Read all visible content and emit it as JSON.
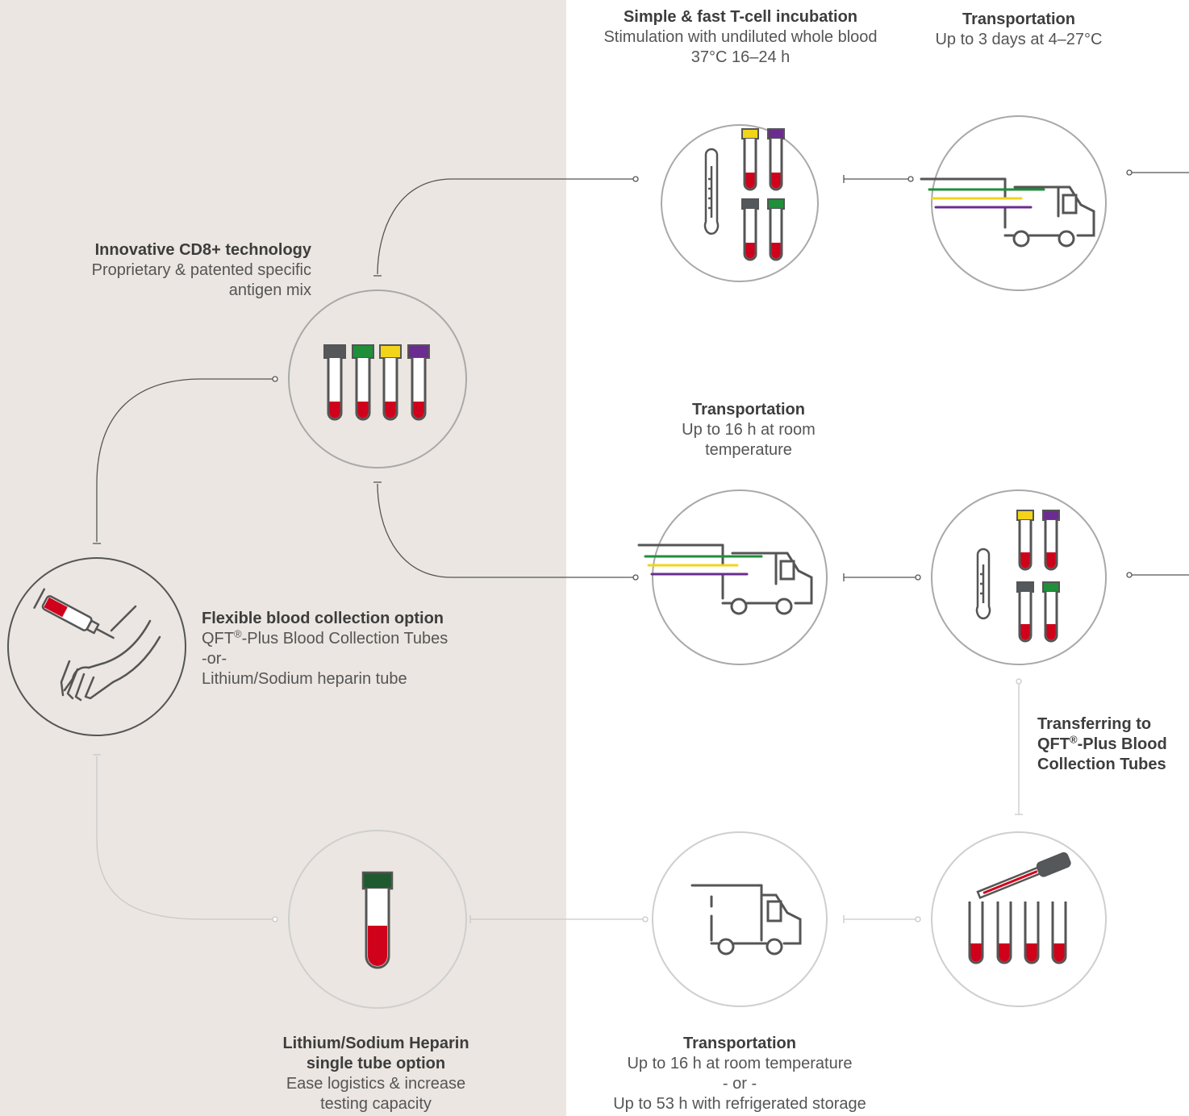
{
  "colors": {
    "background_left": "#ebe6e1",
    "line_dark": "#555555",
    "line_light": "#c9c9c9",
    "blood": "#d0021b",
    "cap_gray": "#55585b",
    "cap_green": "#1f8f3a",
    "cap_yellow": "#f2d41a",
    "cap_purple": "#6b2c8f",
    "cap_darkgreen": "#1e5a2e"
  },
  "icons": {
    "hand": "hand-blood-draw-icon",
    "four_tubes": "four-tubes-icon",
    "incubation": "thermometer-tubes-icon",
    "truck": "delivery-truck-icon",
    "single_tube": "single-tube-icon",
    "pipette": "pipette-tubes-icon"
  },
  "labels": {
    "incubation": {
      "title": "Simple & fast T-cell incubation",
      "line1": "Stimulation with undiluted whole blood",
      "line2": "37°C 16–24 h"
    },
    "transport_top": {
      "title": "Transportation",
      "line1": "Up to 3 days at 4–27°C"
    },
    "cd8": {
      "title": "Innovative CD8+ technology",
      "line1": "Proprietary & patented specific",
      "line2": "antigen mix"
    },
    "transport_mid": {
      "title": "Transportation",
      "line1": "Up to 16 h at room",
      "line2": "temperature"
    },
    "collection": {
      "title": "Flexible blood collection option",
      "line1_pre": "QFT",
      "line1_sup": "®",
      "line1_post": "-Plus Blood Collection Tubes",
      "line2": "-or-",
      "line3": "Lithium/Sodium heparin tube"
    },
    "transfer": {
      "line1": "Transferring to",
      "line2_pre": "QFT",
      "line2_sup": "®",
      "line2_post": "-Plus Blood",
      "line3": "Collection Tubes"
    },
    "heparin": {
      "title1": "Lithium/Sodium Heparin",
      "title2": "single tube option",
      "line1": "Ease logistics & increase",
      "line2": "testing capacity"
    },
    "transport_bottom": {
      "title": "Transportation",
      "line1": "Up to 16 h at room temperature",
      "line2": "- or -",
      "line3": "Up to 53 h with refrigerated storage"
    }
  }
}
